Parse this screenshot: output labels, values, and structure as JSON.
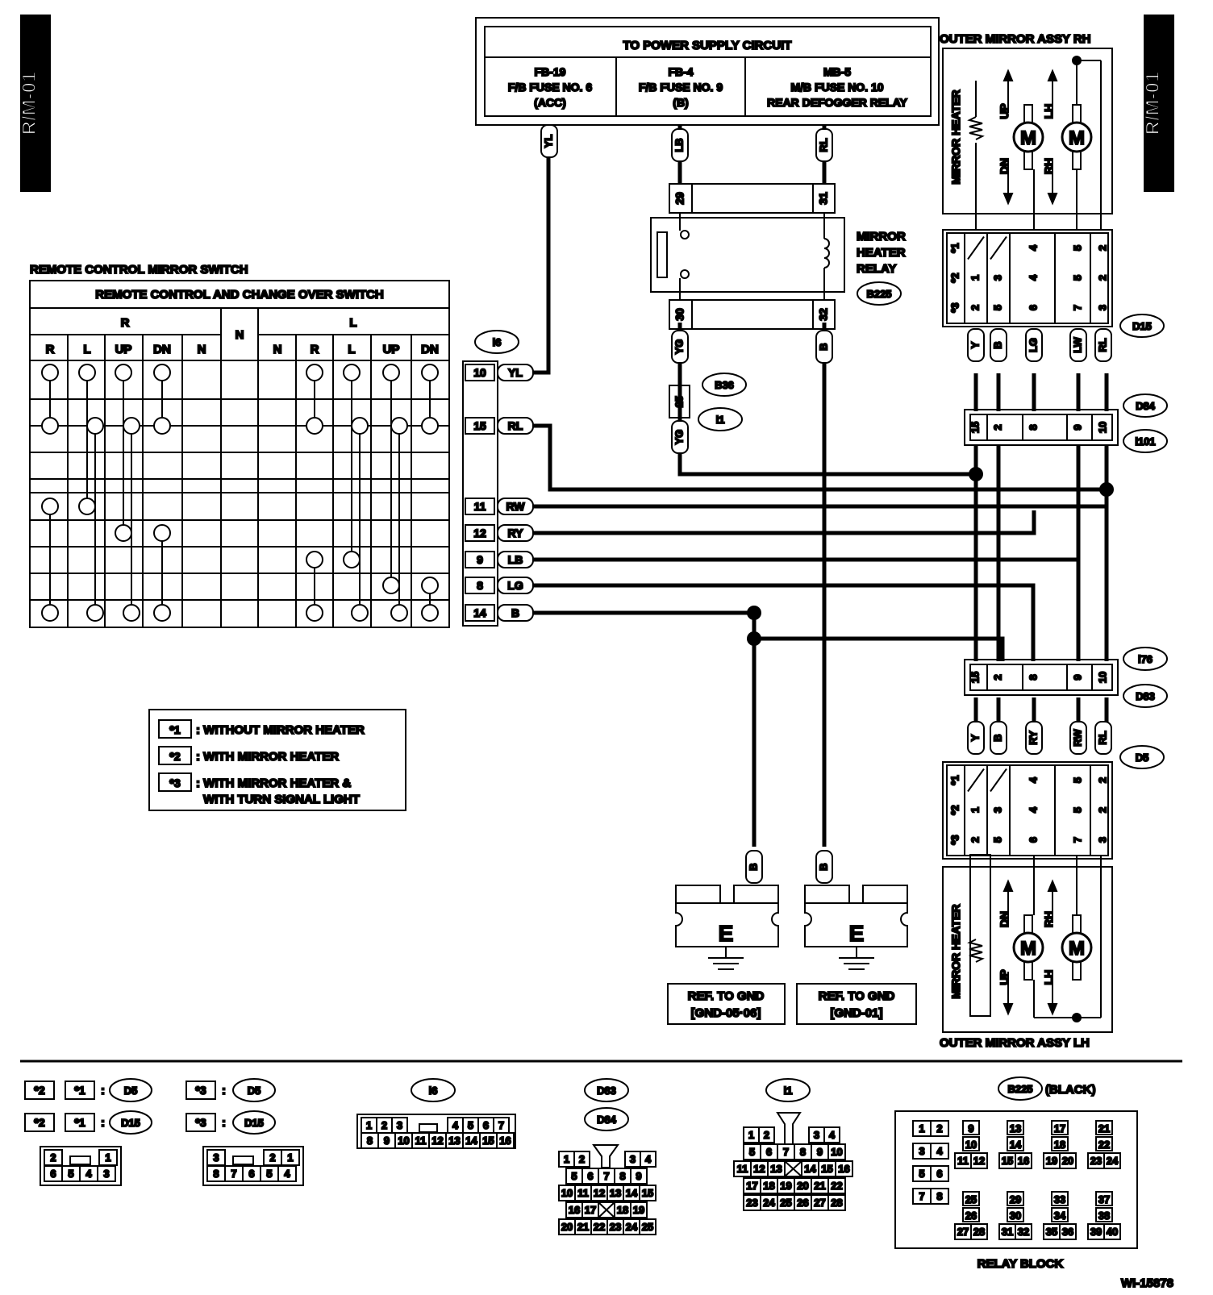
{
  "page_id": {
    "left": "R/M-01",
    "right": "R/M-01",
    "figure_no": "WI-15878"
  },
  "power_supply": {
    "title": "TO POWER SUPPLY CIRCUIT",
    "fuses": [
      {
        "l1": "FB-19",
        "l2": "F/B FUSE NO. 6",
        "l3": "(ACC)"
      },
      {
        "l1": "FB-4",
        "l2": "F/B FUSE NO. 9",
        "l3": "(B)"
      },
      {
        "l1": "MB-5",
        "l2": "M/B FUSE NO. 10",
        "l3": "REAR DEFOGGER RELAY"
      }
    ]
  },
  "relay": {
    "name_l1": "MIRROR",
    "name_l2": "HEATER",
    "name_l3": "RELAY",
    "connector": "B225",
    "pins": [
      "29",
      "31",
      "30",
      "32"
    ]
  },
  "switch": {
    "title": "REMOTE CONTROL MIRROR SWITCH",
    "subtitle": "REMOTE CONTROL AND CHANGE OVER SWITCH",
    "group_r": "R",
    "group_n": "N",
    "group_l": "L",
    "columns": [
      "R",
      "L",
      "UP",
      "DN",
      "N",
      "N",
      "R",
      "L",
      "UP",
      "DN"
    ],
    "connector": "i6",
    "pins": [
      {
        "num": "10",
        "color": "YL"
      },
      {
        "num": "15",
        "color": "RL"
      },
      {
        "num": "11",
        "color": "RW"
      },
      {
        "num": "12",
        "color": "RY"
      },
      {
        "num": "9",
        "color": "LB"
      },
      {
        "num": "8",
        "color": "LG"
      },
      {
        "num": "14",
        "color": "B"
      }
    ]
  },
  "wire_colors": {
    "yl": "YL",
    "lb": "LB",
    "rl": "RL",
    "yg": "YG",
    "b": "B"
  },
  "connectors": {
    "b36": "B36",
    "i1": "i1",
    "i1_pin": "25",
    "d84": "D84",
    "i101": "i101",
    "i76": "i76",
    "d83": "D83",
    "d15": "D15",
    "d5": "D5"
  },
  "joint_pins": [
    "15",
    "2",
    "8",
    "9",
    "10"
  ],
  "mirror_rh": {
    "title": "OUTER MIRROR ASSY RH",
    "heater": "MIRROR HEATER",
    "motor": "M",
    "up": "UP",
    "dn": "DN",
    "lh": "LH",
    "rh": "RH",
    "table": {
      "row_labels": [
        "*1",
        "*2",
        "*3"
      ],
      "rows": [
        [
          "",
          "",
          "4",
          "5",
          "2"
        ],
        [
          "1",
          "3",
          "4",
          "5",
          "2"
        ],
        [
          "2",
          "5",
          "6",
          "7",
          "3"
        ]
      ]
    },
    "wire_colors": [
      "Y",
      "B",
      "LG",
      "LW",
      "RL"
    ]
  },
  "mirror_lh": {
    "title": "OUTER MIRROR ASSY LH",
    "heater": "MIRROR HEATER",
    "motor": "M",
    "up": "UP",
    "dn": "DN",
    "lh": "LH",
    "rh": "RH",
    "table": {
      "row_labels": [
        "*1",
        "*2",
        "*3"
      ],
      "rows": [
        [
          "",
          "",
          "4",
          "5",
          "2"
        ],
        [
          "1",
          "3",
          "4",
          "5",
          "2"
        ],
        [
          "2",
          "5",
          "6",
          "7",
          "3"
        ]
      ]
    },
    "wire_colors": [
      "Y",
      "B",
      "RY",
      "RW",
      "RL"
    ]
  },
  "legend": [
    {
      "key": "*1",
      "text": ": WITHOUT MIRROR HEATER"
    },
    {
      "key": "*2",
      "text": ": WITH MIRROR HEATER"
    },
    {
      "key": "*3",
      "text": ": WITH MIRROR HEATER &",
      "text2": "WITH TURN SIGNAL LIGHT"
    }
  ],
  "grounds": [
    {
      "wire": "B",
      "symbol": "E",
      "ref1": "REF. TO GND",
      "ref2": "[GND-05·06]"
    },
    {
      "wire": "B",
      "symbol": "E",
      "ref1": "REF. TO GND",
      "ref2": "[GND-01]"
    }
  ],
  "connector_views": {
    "set1": {
      "k1": "*2",
      "k2": "*1",
      "colon": ":",
      "c1": "D5",
      "c2": "D15",
      "top": [
        "2",
        "1"
      ],
      "bottom": [
        "6",
        "5",
        "4",
        "3"
      ]
    },
    "set2": {
      "k1": "*3",
      "colon": ":",
      "c1": "D5",
      "c2": "D15",
      "top": [
        "3",
        "2",
        "1"
      ],
      "bottom": [
        "8",
        "7",
        "6",
        "5",
        "4"
      ]
    },
    "i6": {
      "name": "i6",
      "top": [
        "1",
        "2",
        "3",
        "4",
        "5",
        "6",
        "7"
      ],
      "bottom": [
        "8",
        "9",
        "10",
        "11",
        "12",
        "13",
        "14",
        "15",
        "16"
      ]
    },
    "d83": {
      "name1": "D83",
      "name2": "D84",
      "rows": [
        [
          "1",
          "2",
          "3",
          "4"
        ],
        [
          "5",
          "6",
          "7",
          "8",
          "9"
        ],
        [
          "10",
          "11",
          "12",
          "13",
          "14",
          "15"
        ],
        [
          "16",
          "17",
          "18",
          "19"
        ],
        [
          "20",
          "21",
          "22",
          "23",
          "24",
          "25"
        ]
      ]
    },
    "i1": {
      "name": "i1",
      "rows": [
        [
          "1",
          "2",
          "3",
          "4"
        ],
        [
          "5",
          "6",
          "7",
          "8",
          "9",
          "10"
        ],
        [
          "11",
          "12",
          "13",
          "14",
          "15",
          "16"
        ],
        [
          "17",
          "18",
          "19",
          "20",
          "21",
          "22"
        ],
        [
          "23",
          "24",
          "25",
          "26",
          "27",
          "28"
        ]
      ]
    },
    "b225": {
      "name": "B225",
      "suffix": "(BLACK)",
      "caption": "RELAY BLOCK",
      "pairs": [
        [
          "1",
          "2"
        ],
        [
          "3",
          "4"
        ],
        [
          "5",
          "6"
        ],
        [
          "7",
          "8"
        ]
      ],
      "groups": [
        [
          "9",
          "10",
          "11",
          "12"
        ],
        [
          "13",
          "14",
          "15",
          "16"
        ],
        [
          "17",
          "18",
          "19",
          "20"
        ],
        [
          "21",
          "22",
          "23",
          "24"
        ],
        [
          "25",
          "26",
          "27",
          "28"
        ],
        [
          "29",
          "30",
          "31",
          "32"
        ],
        [
          "33",
          "34",
          "35",
          "36"
        ],
        [
          "37",
          "38",
          "39",
          "40"
        ]
      ]
    }
  }
}
